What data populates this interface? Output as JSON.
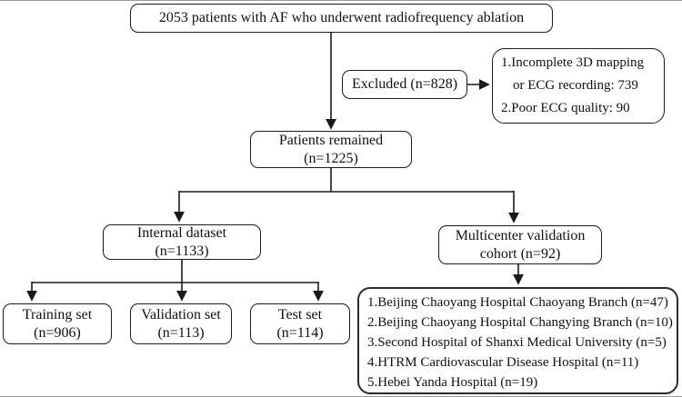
{
  "diagram": {
    "title_box": "2053 patients with AF who underwent radiofrequency ablation",
    "excluded_box": "Excluded (n=828)",
    "exclusion_reasons": {
      "line1": "1.Incomplete 3D mapping",
      "line2": "or ECG recording: 739",
      "line3": "2.Poor ECG quality: 90"
    },
    "remained_box": {
      "line1": "Patients remained",
      "line2": "(n=1225)"
    },
    "internal_box": {
      "line1": "Internal dataset",
      "line2": "(n=1133)"
    },
    "multicenter_box": {
      "line1": "Multicenter validation",
      "line2": "cohort (n=92)"
    },
    "training_box": {
      "line1": "Training set",
      "line2": "(n=906)"
    },
    "validation_box": {
      "line1": "Validation set",
      "line2": "(n=113)"
    },
    "test_box": {
      "line1": "Test set",
      "line2": "(n=114)"
    },
    "hospitals": [
      "1.Beijing Chaoyang Hospital Chaoyang Branch (n=47)",
      "2.Beijing Chaoyang Hospital Changying Branch (n=10)",
      "3.Second Hospital of Shanxi Medical University (n=5)",
      "4.HTRM Cardiovascular Disease Hospital (n=11)",
      "5.Hebei Yanda Hospital (n=19)"
    ],
    "colors": {
      "border": "#1a1a1a",
      "text": "#111111",
      "background": "#ffffff"
    }
  }
}
